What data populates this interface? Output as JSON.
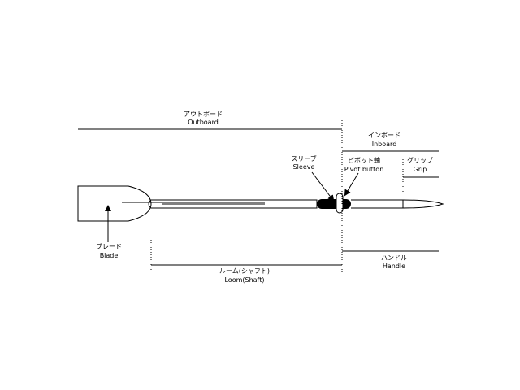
{
  "colors": {
    "line": "#000000",
    "background": "#ffffff"
  },
  "labels": {
    "outboard": {
      "ja": "アウトボード",
      "en": "Outboard"
    },
    "inboard": {
      "ja": "インボード",
      "en": "Inboard"
    },
    "sleeve": {
      "ja": "スリーブ",
      "en": "Sleeve"
    },
    "pivot": {
      "ja": "ピボット軸",
      "en": "Pivot button"
    },
    "grip": {
      "ja": "グリップ",
      "en": "Grip"
    },
    "blade": {
      "ja": "ブレード",
      "en": "Blade"
    },
    "handle": {
      "ja": "ハンドル",
      "en": "Handle"
    },
    "loom": {
      "ja": "ルーム(シャフト)",
      "en": "Loom(Shaft)"
    }
  }
}
